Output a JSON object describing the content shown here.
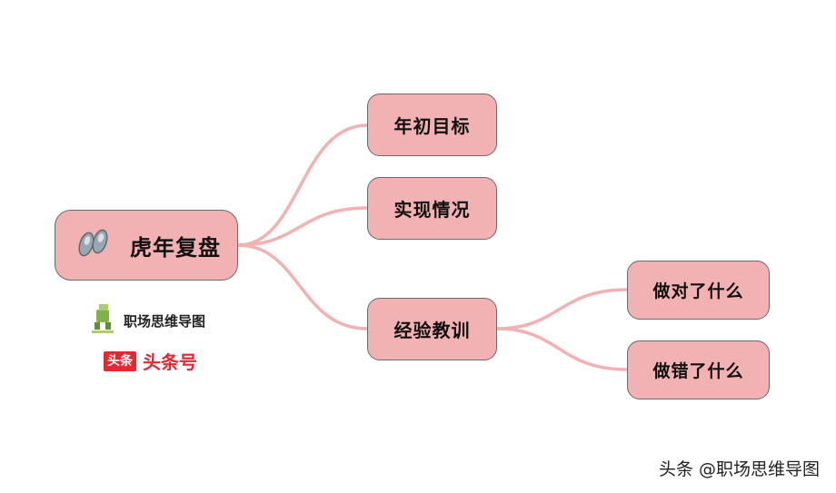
{
  "mindmap": {
    "root": {
      "label": "虎年复盘",
      "icon": "footprints-icon"
    },
    "branches": [
      {
        "label": "年初目标"
      },
      {
        "label": "实现情况"
      },
      {
        "label": "经验教训",
        "children": [
          {
            "label": "做对了什么"
          },
          {
            "label": "做错了什么"
          }
        ]
      }
    ]
  },
  "logos": {
    "channel_name": "职场思维导图",
    "platform_badge": "头条",
    "platform_name": "头条号"
  },
  "watermark": "头条 @职场思维导图",
  "colors": {
    "node_fill": "#f2b1b3",
    "node_border": "#6a6a6a",
    "link": "#f2b1b3",
    "platform_red": "#e8262f"
  }
}
